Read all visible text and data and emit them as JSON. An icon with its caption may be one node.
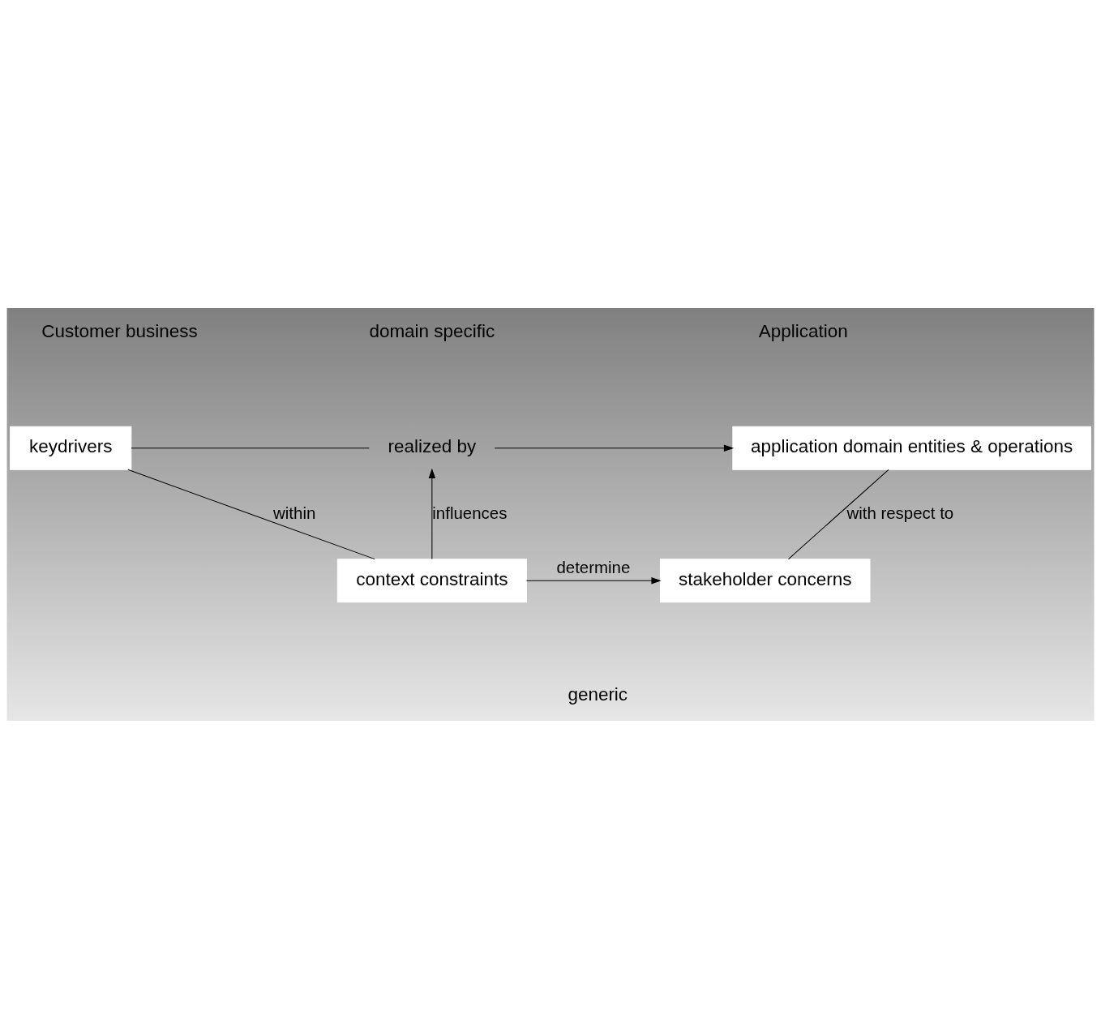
{
  "diagram": {
    "nodes": [
      {
        "text": [
          "keydrivers"
        ]
      },
      {
        "text": [
          "realized by"
        ]
      },
      {
        "text": [
          "application domain entities & operations"
        ]
      },
      {
        "text": [
          "context constraints"
        ]
      },
      {
        "text": [
          "stakeholder concerns"
        ]
      }
    ],
    "edges": [
      {
        "from": 0,
        "to": 1,
        "arrow": "none"
      },
      {
        "from": 1,
        "to": 2,
        "arrow": "to"
      },
      {
        "from": 0,
        "to": 3,
        "label": "within",
        "arrow": "none"
      },
      {
        "from": 3,
        "to": 1,
        "label": "influences",
        "arrow": "to"
      },
      {
        "from": 2,
        "to": 4,
        "label": "with respect to",
        "arrow": "none"
      },
      {
        "from": 3,
        "to": 4,
        "label": "determine",
        "arrow": "to"
      }
    ],
    "labels": [
      "Customer business",
      "Application",
      "domain specific",
      "generic"
    ]
  }
}
